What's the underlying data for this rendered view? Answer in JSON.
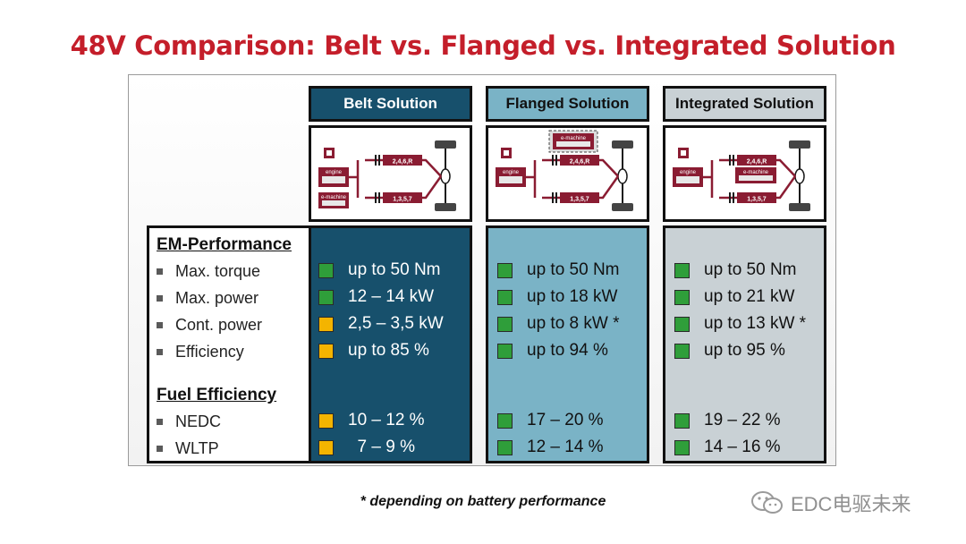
{
  "title": "48V Comparison: Belt vs. Flanged vs. Integrated Solution",
  "colors": {
    "title": "#c41e2a",
    "belt": "#17506c",
    "flanged": "#7ab3c6",
    "integrated": "#c9d1d5",
    "good": "#2f9e3a",
    "medium": "#f4b400"
  },
  "columns": [
    {
      "key": "belt",
      "header": "Belt Solution"
    },
    {
      "key": "flanged",
      "header": "Flanged Solution"
    },
    {
      "key": "integrated",
      "header": "Integrated Solution"
    }
  ],
  "diagram": {
    "engine": "engine",
    "e_machine": "e-machine",
    "gears_top": "2,4,6,R",
    "gears_bottom": "1,3,5,7"
  },
  "sections": [
    {
      "label": "EM-Performance",
      "rows": [
        {
          "label": "Max. torque",
          "values": [
            {
              "text": "up to 50 Nm",
              "status": "good"
            },
            {
              "text": "up to 50 Nm",
              "status": "good"
            },
            {
              "text": "up to 50 Nm",
              "status": "good"
            }
          ]
        },
        {
          "label": "Max. power",
          "values": [
            {
              "text": "12 – 14 kW",
              "status": "good"
            },
            {
              "text": "up to 18 kW",
              "status": "good"
            },
            {
              "text": "up to 21 kW",
              "status": "good"
            }
          ]
        },
        {
          "label": "Cont. power",
          "values": [
            {
              "text": "2,5 – 3,5 kW",
              "status": "medium"
            },
            {
              "text": "up to 8 kW *",
              "status": "good"
            },
            {
              "text": "up to 13 kW *",
              "status": "good"
            }
          ]
        },
        {
          "label": "Efficiency",
          "values": [
            {
              "text": "up to 85 %",
              "status": "medium"
            },
            {
              "text": "up to 94 %",
              "status": "good"
            },
            {
              "text": "up to 95 %",
              "status": "good"
            }
          ]
        }
      ]
    },
    {
      "label": "Fuel Efficiency",
      "rows": [
        {
          "label": "NEDC",
          "values": [
            {
              "text": "10 – 12 %",
              "status": "medium"
            },
            {
              "text": "17 – 20 %",
              "status": "good"
            },
            {
              "text": "19 – 22 %",
              "status": "good"
            }
          ]
        },
        {
          "label": "WLTP",
          "values": [
            {
              "text": "  7 – 9 %",
              "status": "medium"
            },
            {
              "text": "12 – 14 %",
              "status": "good"
            },
            {
              "text": "14 – 16 %",
              "status": "good"
            }
          ]
        }
      ]
    }
  ],
  "footnote": "* depending on battery performance",
  "watermark": "EDC电驱未来",
  "icons": [
    "wechat-icon",
    "status-square-icon"
  ]
}
